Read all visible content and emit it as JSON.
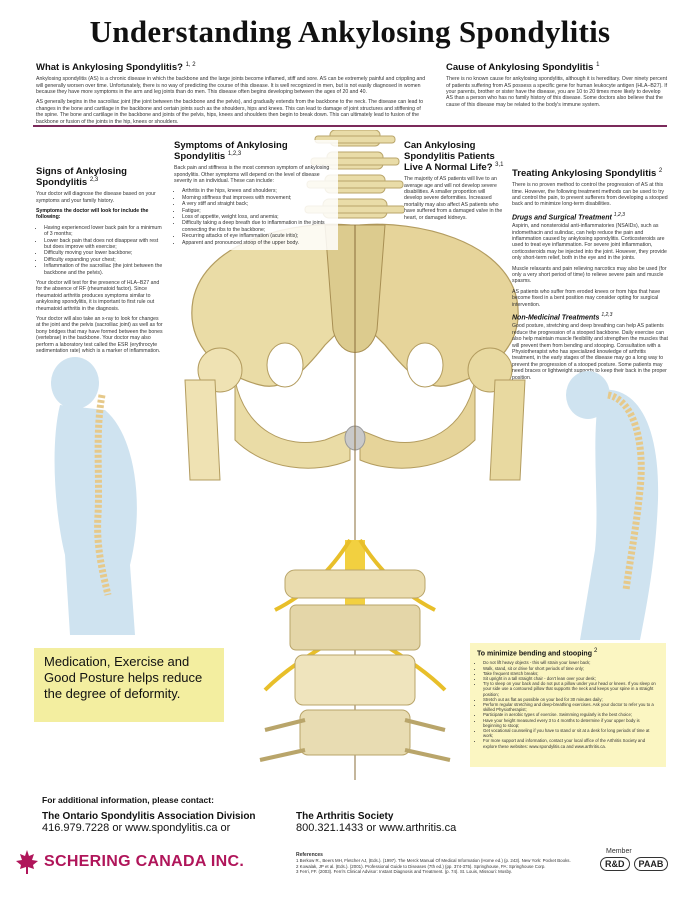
{
  "title": "Understanding Ankylosing Spondylitis",
  "what_is": {
    "heading": "What is Ankylosing Spondylitis?",
    "ref": "1, 2",
    "para1": "Ankylosing spondylitis (AS) is a chronic disease in which the backbone and the large joints become inflamed, stiff and sore. AS can be extremely painful and crippling and will generally worsen over time. Unfortunately, there is no way of predicting the course of this disease. It is well recognized in men, but is not easily diagnosed in women because they have more symptoms in the arm and leg joints than do men. This disease often begins developing between the ages of 20 and 40.",
    "para2": "AS generally begins in the sacroiliac joint (the joint between the backbone and the pelvis), and gradually extends from the backbone to the neck. The disease can lead to changes in the bone and cartilage in the backbone and certain joints such as the shoulders, hips and knees. This can lead to damage of joint structures and stiffening of the spine. The bone and cartilage in the backbone and joints of the pelvis, hips, knees and shoulders then begin to break down. This can ultimately lead to fusion of the backbone or fusion of the joints in the hip, knees or shoulders."
  },
  "cause": {
    "heading": "Cause of Ankylosing Spondylitis",
    "ref": "1",
    "text": "There is no known cause for ankylosing spondylitis, although it is hereditary. Over ninety percent of patients suffering from AS possess a specific gene for human leukocyte antigen (HLA–B27). If your parents, brother or sister have the disease, you are 10 to 20 times more likely to develop AS than a person who has no family history of this disease. Some doctors also believe that the cause of this disease may be related to the body's immune system."
  },
  "signs": {
    "heading": "Signs of Ankylosing Spondylitis",
    "ref": "2,3",
    "intro": "Your doctor will diagnose the disease based on your symptoms and your family history.",
    "subheading": "Symptoms the doctor will look for include the following:",
    "items": [
      "Having experienced lower back pain for a minimum of 3 months;",
      "Lower back pain that does not disappear with rest but does improve with exercise;",
      "Difficulty moving your lower backbone;",
      "Difficulty expanding your chest;",
      "Inflammation of the sacroiliac (the joint between the backbone and the pelvis)."
    ],
    "para2": "Your doctor will test for the presence of HLA–B27 and for the absence of RF (rheumatoid factor). Since rheumatoid arthritis produces symptoms similar to ankylosing spondylitis, it is important to first rule out rheumatoid arthritis in the diagnosis.",
    "para3": "Your doctor will also take an x-ray to look for changes at the joint and the pelvis (sacroiliac joint) as well as for bony bridges that may have formed between the bones (vertebrae) in the backbone. Your doctor may also perform a laboratory test called the ESR (erythrocyte sedimentation rate) which is a marker of inflammation."
  },
  "symptoms": {
    "heading": "Symptoms of Ankylosing Spondylitis",
    "ref": "1,2,3",
    "intro": "Back pain and stiffness is the most common symptom of ankylosing spondylitis. Other symptoms will depend on the level of disease severity in an individual. These can include:",
    "items": [
      "Arthritis in the hips, knees and shoulders;",
      "Morning stiffness that improves with movement;",
      "A very stiff and straight back;",
      "Fatigue;",
      "Loss of appetite, weight loss, and anemia;",
      "Difficulty taking a deep breath due to inflammation in the joints connecting the ribs to the backbone;",
      "Recurring attacks of eye inflammation (acute iritis);",
      "Apparent and pronounced stoop of the upper body."
    ]
  },
  "normal_life": {
    "heading": "Can Ankylosing Spondylitis Patients Live A Normal Life?",
    "ref": "3,1",
    "text": "The majority of AS patients will live to an average age and will not develop severe disabilities. A smaller proportion will develop severe deformities. Increased mortality may also affect AS patients who have suffered from a damaged valve in the heart, or damaged kidneys."
  },
  "treating": {
    "heading": "Treating Ankylosing Spondylitis",
    "ref": "2",
    "intro": "There is no proven method to control the progression of AS at this time. However, the following treatment methods can be used to try and control the pain, to prevent sufferers from developing a stooped back and to minimize long-term disabilities.",
    "drug_heading": "Drugs and Surgical Treatment",
    "drug_ref": "1,2,3",
    "drug_p1": "Aspirin, and nonsteroidal anti-inflammatories (NSAIDs), such as indomethacin and sulindac, can help reduce the pain and inflammation caused by ankylosing spondylitis. Corticosteroids are used to treat eye inflammation. For severe joint inflammation, corticosteroids may be injected into the joint. However, they provide only short-term relief, both in the eye and in the joints.",
    "drug_p2": "Muscle relaxants and pain relieving narcotics may also be used (for only a very short period of time) to relieve severe pain and muscle spasms.",
    "drug_p3": "AS patients who suffer from eroded knees or from hips that have become fixed in a bent position may consider opting for surgical intervention.",
    "nonmed_heading": "Non-Medicinal Treatments",
    "nonmed_ref": "1,2,3",
    "nonmed_p1": "Good posture, stretching and deep breathing can help AS patients reduce the progression of a stooped backbone. Daily exercise can also help maintain muscle flexibility and strengthen the muscles that will prevent them from bending and stooping. Consultation with a Physiotherapist who has specialized knowledge of arthritis treatment, in the early stages of the disease may go a long way to prevent the progression of a stooped posture. Some patients may need braces or lightweight supports to keep their back in the proper position."
  },
  "callout": {
    "text": "Medication, Exercise and Good Posture helps reduce the degree of deformity."
  },
  "bending": {
    "heading": "To minimize bending and stooping",
    "ref": "2",
    "items": [
      "Do not lift heavy objects - this will strain your lower back;",
      "Walk, stand, sit or drive for short periods of time only;",
      "Take frequent stretch breaks;",
      "Sit upright in a tall straight chair - don't lean over your desk;",
      "Try to sleep on your back and do not put a pillow under your head or knees. If you sleep on your side use a contoured pillow that supports the neck and keeps your spine in a straight position;",
      "Stretch out as flat as possible on your bed for 30 minutes daily;",
      "Perform regular stretching and deep-breathing exercises. Ask your doctor to refer you to a skilled Physiotherapist;",
      "Participate in aerobic types of exercise. Swimming regularly is the best choice;",
      "Have your height measured every 3 to 4 months to determine if your upper body is beginning to stoop;",
      "Get vocational counseling if you have to stand or sit at a desk for long periods of time at work;",
      "For more support and information, contact your local office of the Arthritis Society and explore these websites: www.spondylitis.ca and www.arthritis.ca."
    ]
  },
  "contact": {
    "intro": "For additional information, please contact:",
    "org1": "The Ontario Spondylitis Association Division",
    "org1_line": "416.979.7228 or www.spondylitis.ca or",
    "org2": "The Arthritis Society",
    "org2_line": "800.321.1433 or www.arthritis.ca"
  },
  "references": {
    "heading": "References",
    "items": [
      "1 Berkow R., Beers MH, Fletcher AJ, (Eds.). (1997). The Merck Manual Of Medical Information (Home ed.) (p. 243). New York: Pocket Books.",
      "2 Kowalak, JP et al. (Eds.). (2001). Professional Guide to Diseases (7th ed.) (pp. 374-375). Springhouse, PA: Springhouse Corp.",
      "3 Ferri, FF. (2003). Ferri's Clinical Advisor: Instant Diagnosis and Treatment. (p. 74). St. Louis, Missouri: Mosby."
    ]
  },
  "footer": {
    "logo_text": "SCHERING CANADA INC.",
    "member_label": "Member",
    "badge1": "R&D",
    "badge2": "PAAB"
  }
}
